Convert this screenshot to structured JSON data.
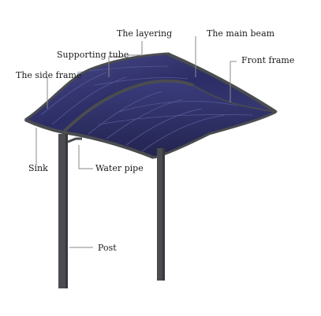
{
  "labels": {
    "layering": "The layering",
    "main_beam": "The main beam",
    "supporting_tube": "Supporting tube",
    "front_frame": "Front frame",
    "side_frame": "The side frame",
    "sink": "Sink",
    "water_pipe": "Water pipe",
    "post": "Post"
  },
  "colors": {
    "frame": "#4a4c50",
    "panel": "#2f3068",
    "leader": "#8a8a8a"
  }
}
